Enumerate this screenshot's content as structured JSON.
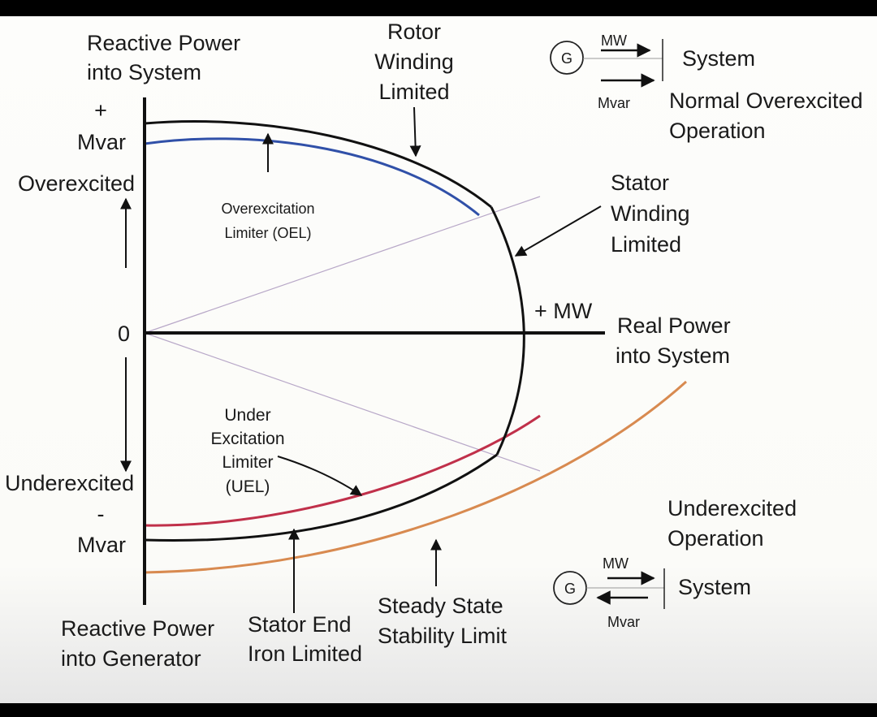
{
  "labels": {
    "reactive_into_system": [
      "Reactive Power",
      "into System"
    ],
    "plus": "+",
    "mvar_top": "Mvar",
    "overexcited": "Overexcited",
    "zero": "0",
    "underexcited": "Underexcited",
    "minus": "-",
    "mvar_bottom": "Mvar",
    "reactive_into_generator": [
      "Reactive Power",
      "into Generator"
    ],
    "rotor_winding": [
      "Rotor",
      "Winding",
      "Limited"
    ],
    "oel": [
      "Overexcitation",
      "Limiter (OEL)"
    ],
    "stator_winding": [
      "Stator",
      "Winding",
      "Limited"
    ],
    "plus_mw": "+ MW",
    "real_power": [
      "Real Power",
      "into System"
    ],
    "uel": [
      "Under",
      "Excitation",
      "Limiter",
      "(UEL)"
    ],
    "stator_end_iron": [
      "Stator End",
      "Iron Limited"
    ],
    "sssl": [
      "Steady State",
      "Stability Limit"
    ],
    "normal_over": [
      "Normal Overexcited",
      "Operation"
    ],
    "under_op": [
      "Underexcited",
      "Operation"
    ]
  },
  "inset_top": {
    "generator": "G",
    "mw": "MW",
    "mvar": "Mvar",
    "system": "System"
  },
  "inset_bottom": {
    "generator": "G",
    "mw": "MW",
    "mvar": "Mvar",
    "system": "System"
  },
  "colors": {
    "oel_curve": "#3050a8",
    "uel_curve": "#c0304a",
    "sssl_curve": "#d88a50",
    "guide_lines": "#b8a8c8",
    "outline": "#111111"
  }
}
